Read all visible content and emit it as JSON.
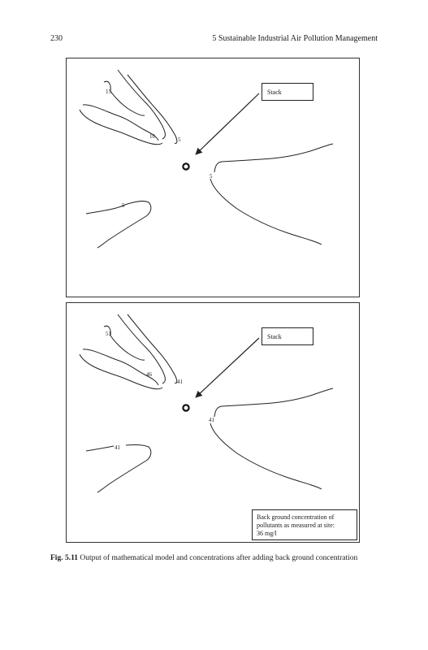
{
  "header": {
    "page_number": "230",
    "running_head": "5   Sustainable Industrial Air Pollution Management"
  },
  "panels": {
    "top": {
      "stack_label": "Stack",
      "contour_labels": [
        "15",
        "10",
        "5",
        "5",
        "5"
      ]
    },
    "bottom": {
      "stack_label": "Stack",
      "contour_labels": [
        "51",
        "46",
        "41",
        "41",
        "41"
      ],
      "background_note": [
        "Back ground concentration of",
        "pollutants as measured at site:",
        "36 mg/l"
      ]
    }
  },
  "caption": {
    "label": "Fig. 5.11",
    "text": "Output of mathematical model and concentrations after adding back ground concentration"
  }
}
